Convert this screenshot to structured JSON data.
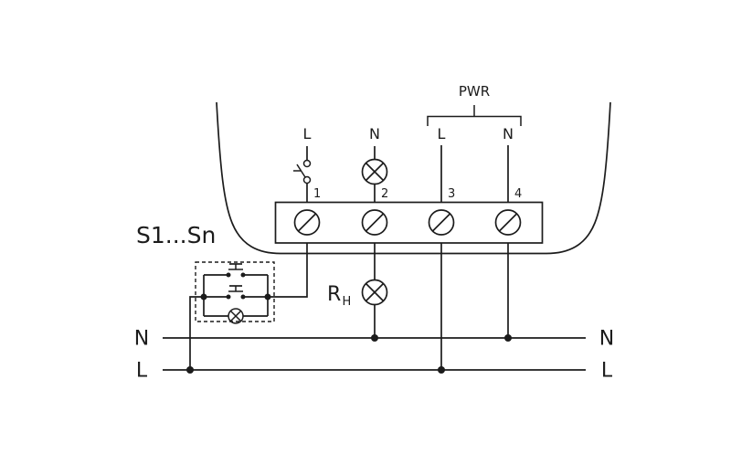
{
  "diagram": {
    "title_note": "relay wiring diagram",
    "colors": {
      "line": "#1c1c1c",
      "background": "#ffffff"
    },
    "labels": {
      "pwr": "PWR",
      "input_l": "L",
      "input_n": "N",
      "supply_l": "L",
      "supply_n": "N",
      "terminal_1": "1",
      "terminal_2": "2",
      "terminal_3": "3",
      "terminal_4": "4",
      "switches": "S1...Sn",
      "load_r": "R",
      "load_r_sub": "H",
      "bus_left_n": "N",
      "bus_left_l": "L",
      "bus_right_n": "N",
      "bus_right_l": "L"
    }
  }
}
